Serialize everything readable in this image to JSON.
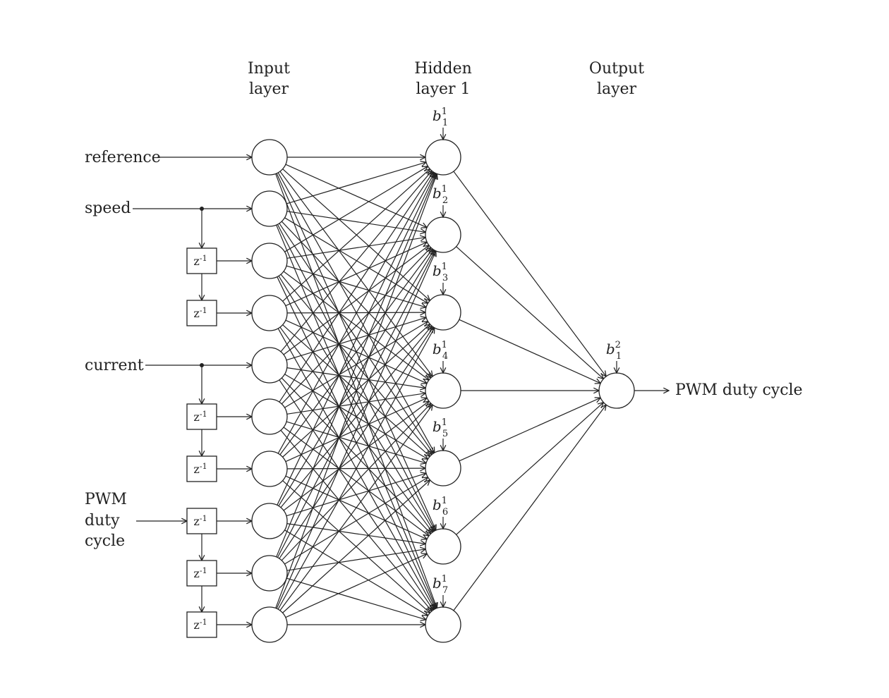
{
  "headers": {
    "input": [
      "Input",
      "layer"
    ],
    "hidden": [
      "Hidden",
      "layer 1"
    ],
    "output": [
      "Output",
      "layer"
    ]
  },
  "inputs": {
    "reference": "reference",
    "speed": "speed",
    "current": "current",
    "pwm": [
      "PWM",
      "duty",
      "cycle"
    ]
  },
  "delay_label": {
    "base": "z",
    "exp": "-1"
  },
  "hidden_biases": [
    {
      "sup": "1",
      "sub": "1"
    },
    {
      "sup": "1",
      "sub": "2"
    },
    {
      "sup": "1",
      "sub": "3"
    },
    {
      "sup": "1",
      "sub": "4"
    },
    {
      "sup": "1",
      "sub": "5"
    },
    {
      "sup": "1",
      "sub": "6"
    },
    {
      "sup": "1",
      "sub": "7"
    }
  ],
  "output_bias": {
    "sup": "2",
    "sub": "1"
  },
  "bias_symbol": "b",
  "output_label": "PWM duty cycle",
  "network": {
    "input_count": 10,
    "hidden_count": 7,
    "output_count": 1
  }
}
